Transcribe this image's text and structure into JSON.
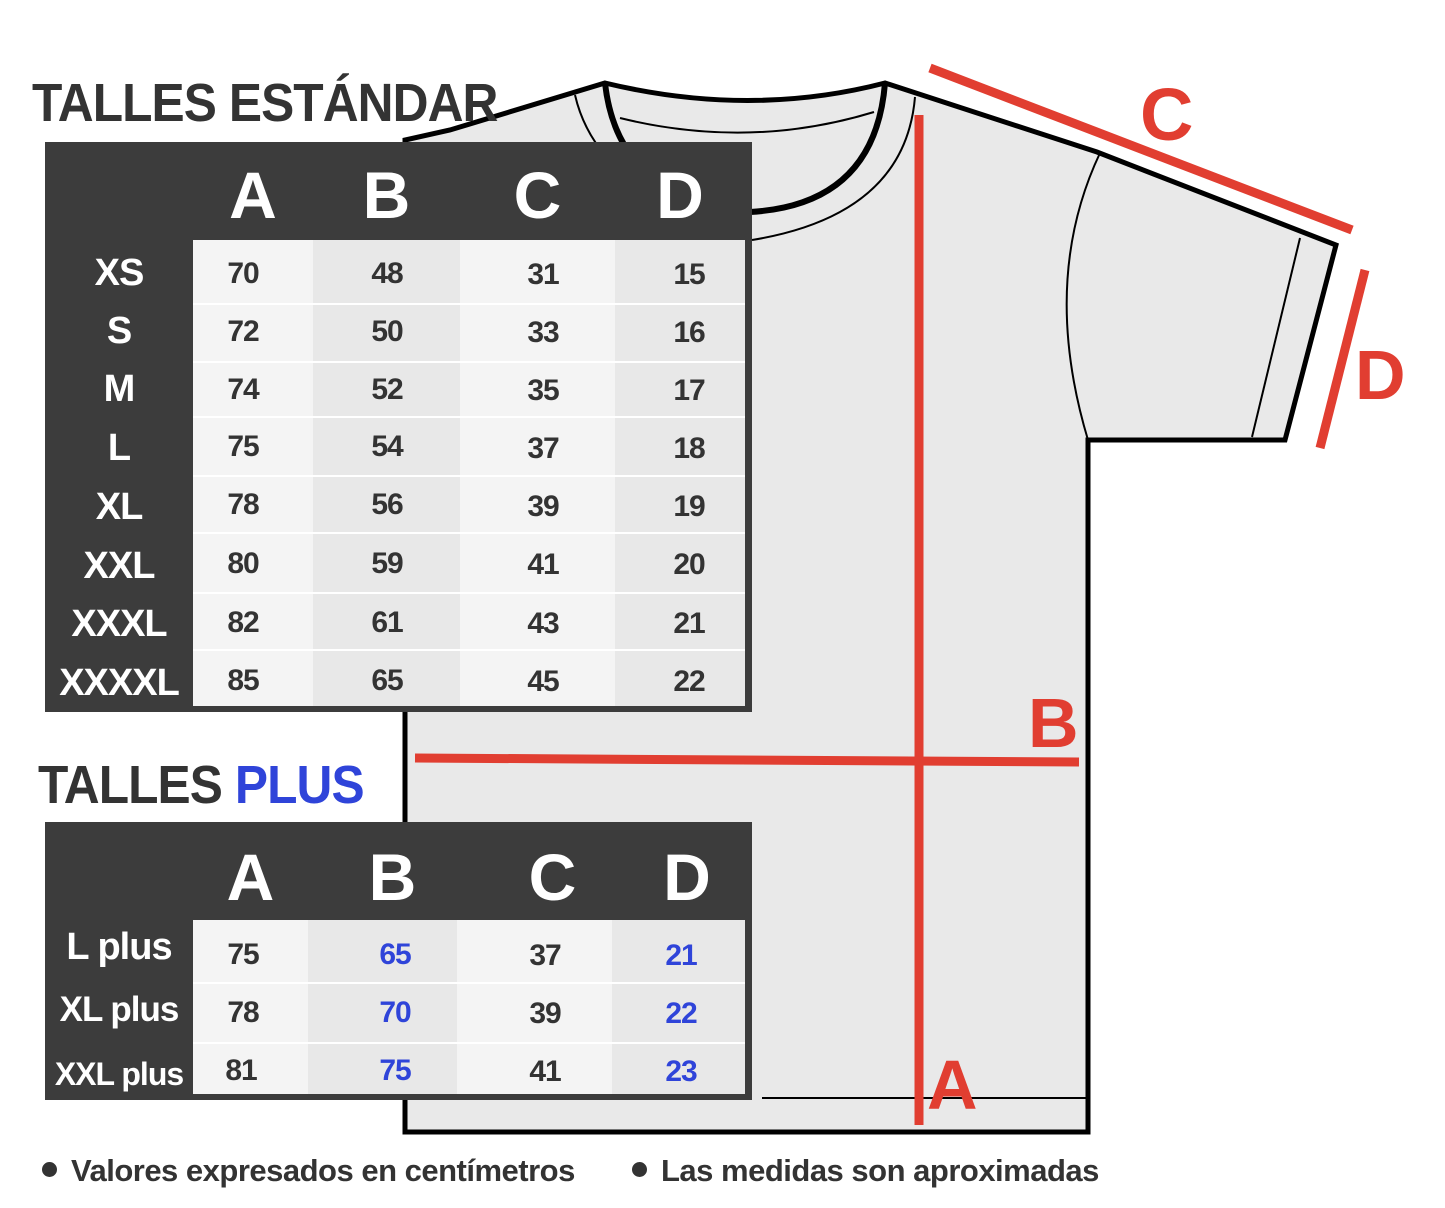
{
  "colors": {
    "dark": "#3c3c3c",
    "text": "#333333",
    "accent_blue": "#2f44d9",
    "measure_red": "#e13e31",
    "shirt_fill": "#e9e9e9",
    "cell_light": "#f4f4f4",
    "cell_mid": "#e8e8e8"
  },
  "standard": {
    "title": "TALLES ESTÁNDAR",
    "columns": [
      "A",
      "B",
      "C",
      "D"
    ],
    "rows": [
      {
        "size": "XS",
        "values": [
          "70",
          "48",
          "31",
          "15"
        ]
      },
      {
        "size": "S",
        "values": [
          "72",
          "50",
          "33",
          "16"
        ]
      },
      {
        "size": "M",
        "values": [
          "74",
          "52",
          "35",
          "17"
        ]
      },
      {
        "size": "L",
        "values": [
          "75",
          "54",
          "37",
          "18"
        ]
      },
      {
        "size": "XL",
        "values": [
          "78",
          "56",
          "39",
          "19"
        ]
      },
      {
        "size": "XXL",
        "values": [
          "80",
          "59",
          "41",
          "20"
        ]
      },
      {
        "size": "XXXL",
        "values": [
          "82",
          "61",
          "43",
          "21"
        ]
      },
      {
        "size": "XXXXL",
        "values": [
          "85",
          "65",
          "45",
          "22"
        ]
      }
    ]
  },
  "plus": {
    "title_prefix": "TALLES",
    "title_accent": "PLUS",
    "columns": [
      "A",
      "B",
      "C",
      "D"
    ],
    "highlighted_columns": [
      "B",
      "D"
    ],
    "rows": [
      {
        "size": "L plus",
        "values": [
          "75",
          "65",
          "37",
          "21"
        ]
      },
      {
        "size": "XL plus",
        "values": [
          "78",
          "70",
          "39",
          "22"
        ]
      },
      {
        "size": "XXL plus",
        "values": [
          "81",
          "75",
          "41",
          "23"
        ]
      }
    ]
  },
  "diagram": {
    "labels": {
      "A": "A",
      "B": "B",
      "C": "C",
      "D": "D"
    }
  },
  "footnotes": [
    "Valores expresados en centímetros",
    "Las medidas son aproximadas"
  ]
}
